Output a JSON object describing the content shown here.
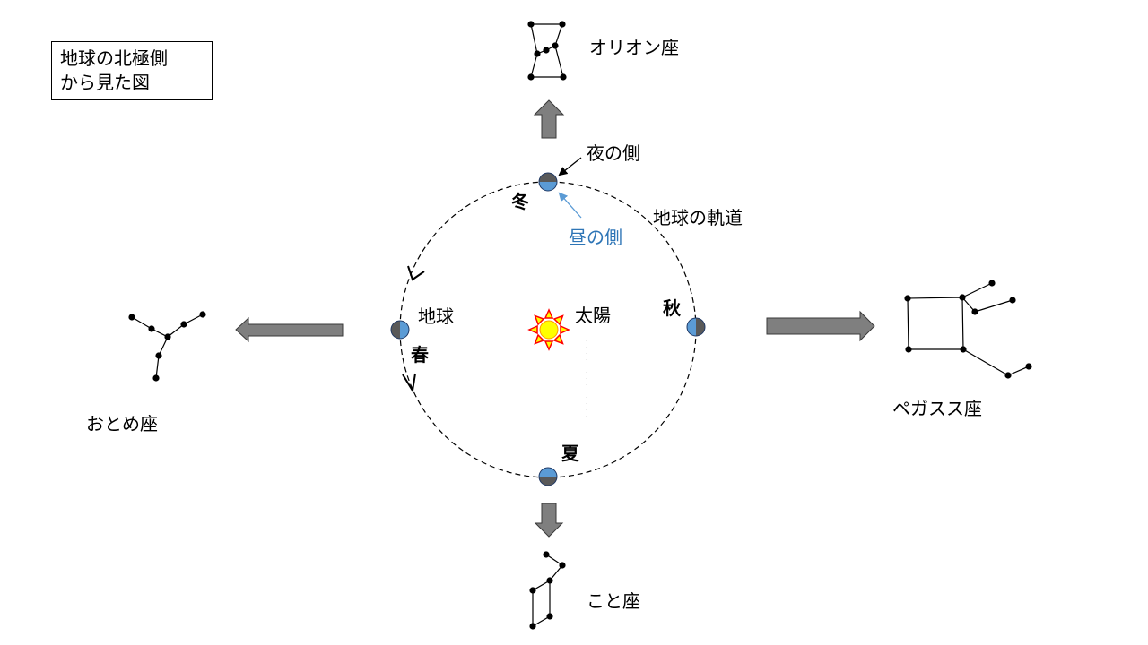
{
  "caption": {
    "line1": "地球の北極側",
    "line2": "から見た図"
  },
  "center": {
    "sun_label": "太陽",
    "earth_label": "地球",
    "orbit_label": "地球の軌道",
    "night_side_label": "夜の側",
    "day_side_label": "昼の側"
  },
  "seasons": {
    "winter": "冬",
    "spring": "春",
    "summer": "夏",
    "autumn": "秋"
  },
  "constellations": {
    "top": {
      "name": "オリオン座",
      "icon": "orion-constellation"
    },
    "left": {
      "name": "おとめ座",
      "icon": "virgo-constellation"
    },
    "right": {
      "name": "ペガスス座",
      "icon": "pegasus-constellation"
    },
    "bottom": {
      "name": "こと座",
      "icon": "lyra-constellation"
    }
  },
  "colors": {
    "day": "#5B9BD5",
    "night": "#595959",
    "arrow_fill": "#7F7F7F",
    "sun_core": "#FFFF00",
    "sun_rays": "#FF0000",
    "day_label": "#2E75B6"
  }
}
